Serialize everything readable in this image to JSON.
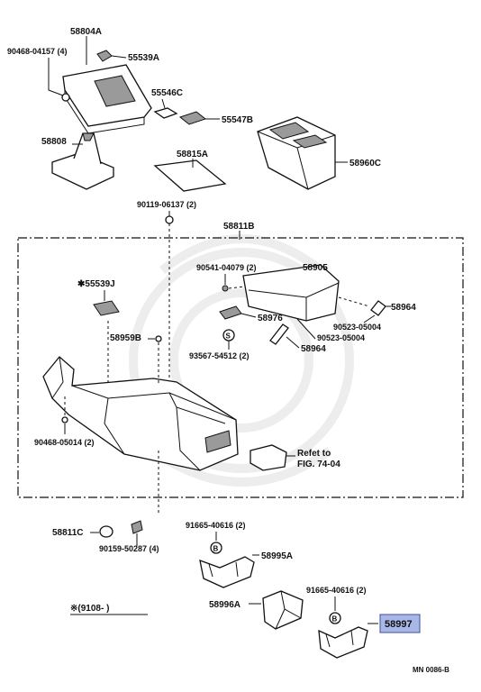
{
  "labels": {
    "p58804A": "58804A",
    "p90468_04157": "90468-04157 (4)",
    "p55539A": "55539A",
    "p55546C": "55546C",
    "p55547B": "55547B",
    "p58808": "58808",
    "p58815A": "58815A",
    "p58960C": "58960C",
    "p90119_06137": "90119-06137 (2)",
    "p58811B": "58811B",
    "p90541_04079": "90541-04079 (2)",
    "p58905": "58905",
    "p55539J": "✱55539J",
    "p58976": "58976",
    "p58964a": "58964",
    "p90523a": "90523-05004",
    "p90523b": "90523-05004",
    "p58959B": "58959B",
    "p93567": "93567-54512 (2)",
    "p58964b": "58964",
    "p90468_05014": "90468-05014 (2)",
    "refer1": "Refet to",
    "refer2": "FIG. 74-04",
    "p58811C": "58811C",
    "p90159": "90159-50287 (4)",
    "p91665a": "91665-40616 (2)",
    "p58995A": "58995A",
    "date_note": "※(9108-       )",
    "p58996A": "58996A",
    "p91665b": "91665-40616 (2)",
    "p58997": "58997",
    "fig_code": "MN 0086-B",
    "circle_s": "S",
    "circle_b1": "B",
    "circle_b2": "B"
  },
  "colors": {
    "highlight": "#a9b7e6",
    "highlight_border": "#3b4fa0"
  }
}
